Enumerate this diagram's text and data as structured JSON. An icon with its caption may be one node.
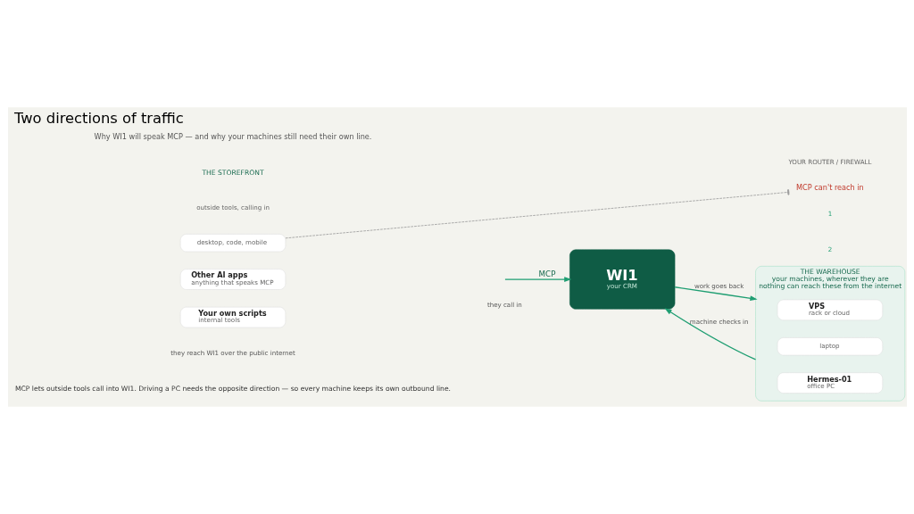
{
  "diagram": {
    "title": "Two directions of traffic",
    "caption": "MCP lets outside tools call into WI1. Driving a PC needs the opposite direction — so every machine keeps its own outbound line.",
    "nodes": [
      {
        "text": [
          "desktop, code, mobile"
        ]
      },
      {
        "text": [
          "Other AI apps",
          "anything that speaks MCP"
        ]
      },
      {
        "text": [
          "Your own scripts",
          "internal tools"
        ]
      },
      {
        "text": [
          "WI1",
          "your CRM"
        ]
      },
      {
        "text": [
          "THE WAREHOUSE",
          "your machines, wherever they are",
          "nothing can reach these from the internet"
        ]
      },
      {
        "text": [
          "Hermes-01",
          "office PC"
        ],
        "in": 4
      },
      {
        "text": [
          "laptop"
        ],
        "in": 4
      },
      {
        "text": [
          "VPS",
          "rack or cloud"
        ],
        "in": 4
      },
      {
        "text": [
          "MCP can't reach in"
        ]
      }
    ],
    "edges": [
      {
        "from": null,
        "to": 3,
        "arrow": "to",
        "label": "MCP"
      },
      {
        "from": 4,
        "to": 3,
        "arrow": "to",
        "label": "machine checks in"
      },
      {
        "from": 3,
        "to": 4,
        "arrow": "to",
        "label": "work goes back"
      },
      {
        "from": 0,
        "to": 8,
        "arrow": "other",
        "style": "dashed",
        "color": "#9a9a9a"
      }
    ],
    "labels": [
      "Why WI1 will speak MCP — and why your machines still need their own line.",
      "THE STOREFRONT",
      "outside tools, calling in",
      "they call in",
      "1",
      "2",
      "they reach WI1 over the public internet",
      "YOUR ROUTER / FIREWALL"
    ]
  }
}
